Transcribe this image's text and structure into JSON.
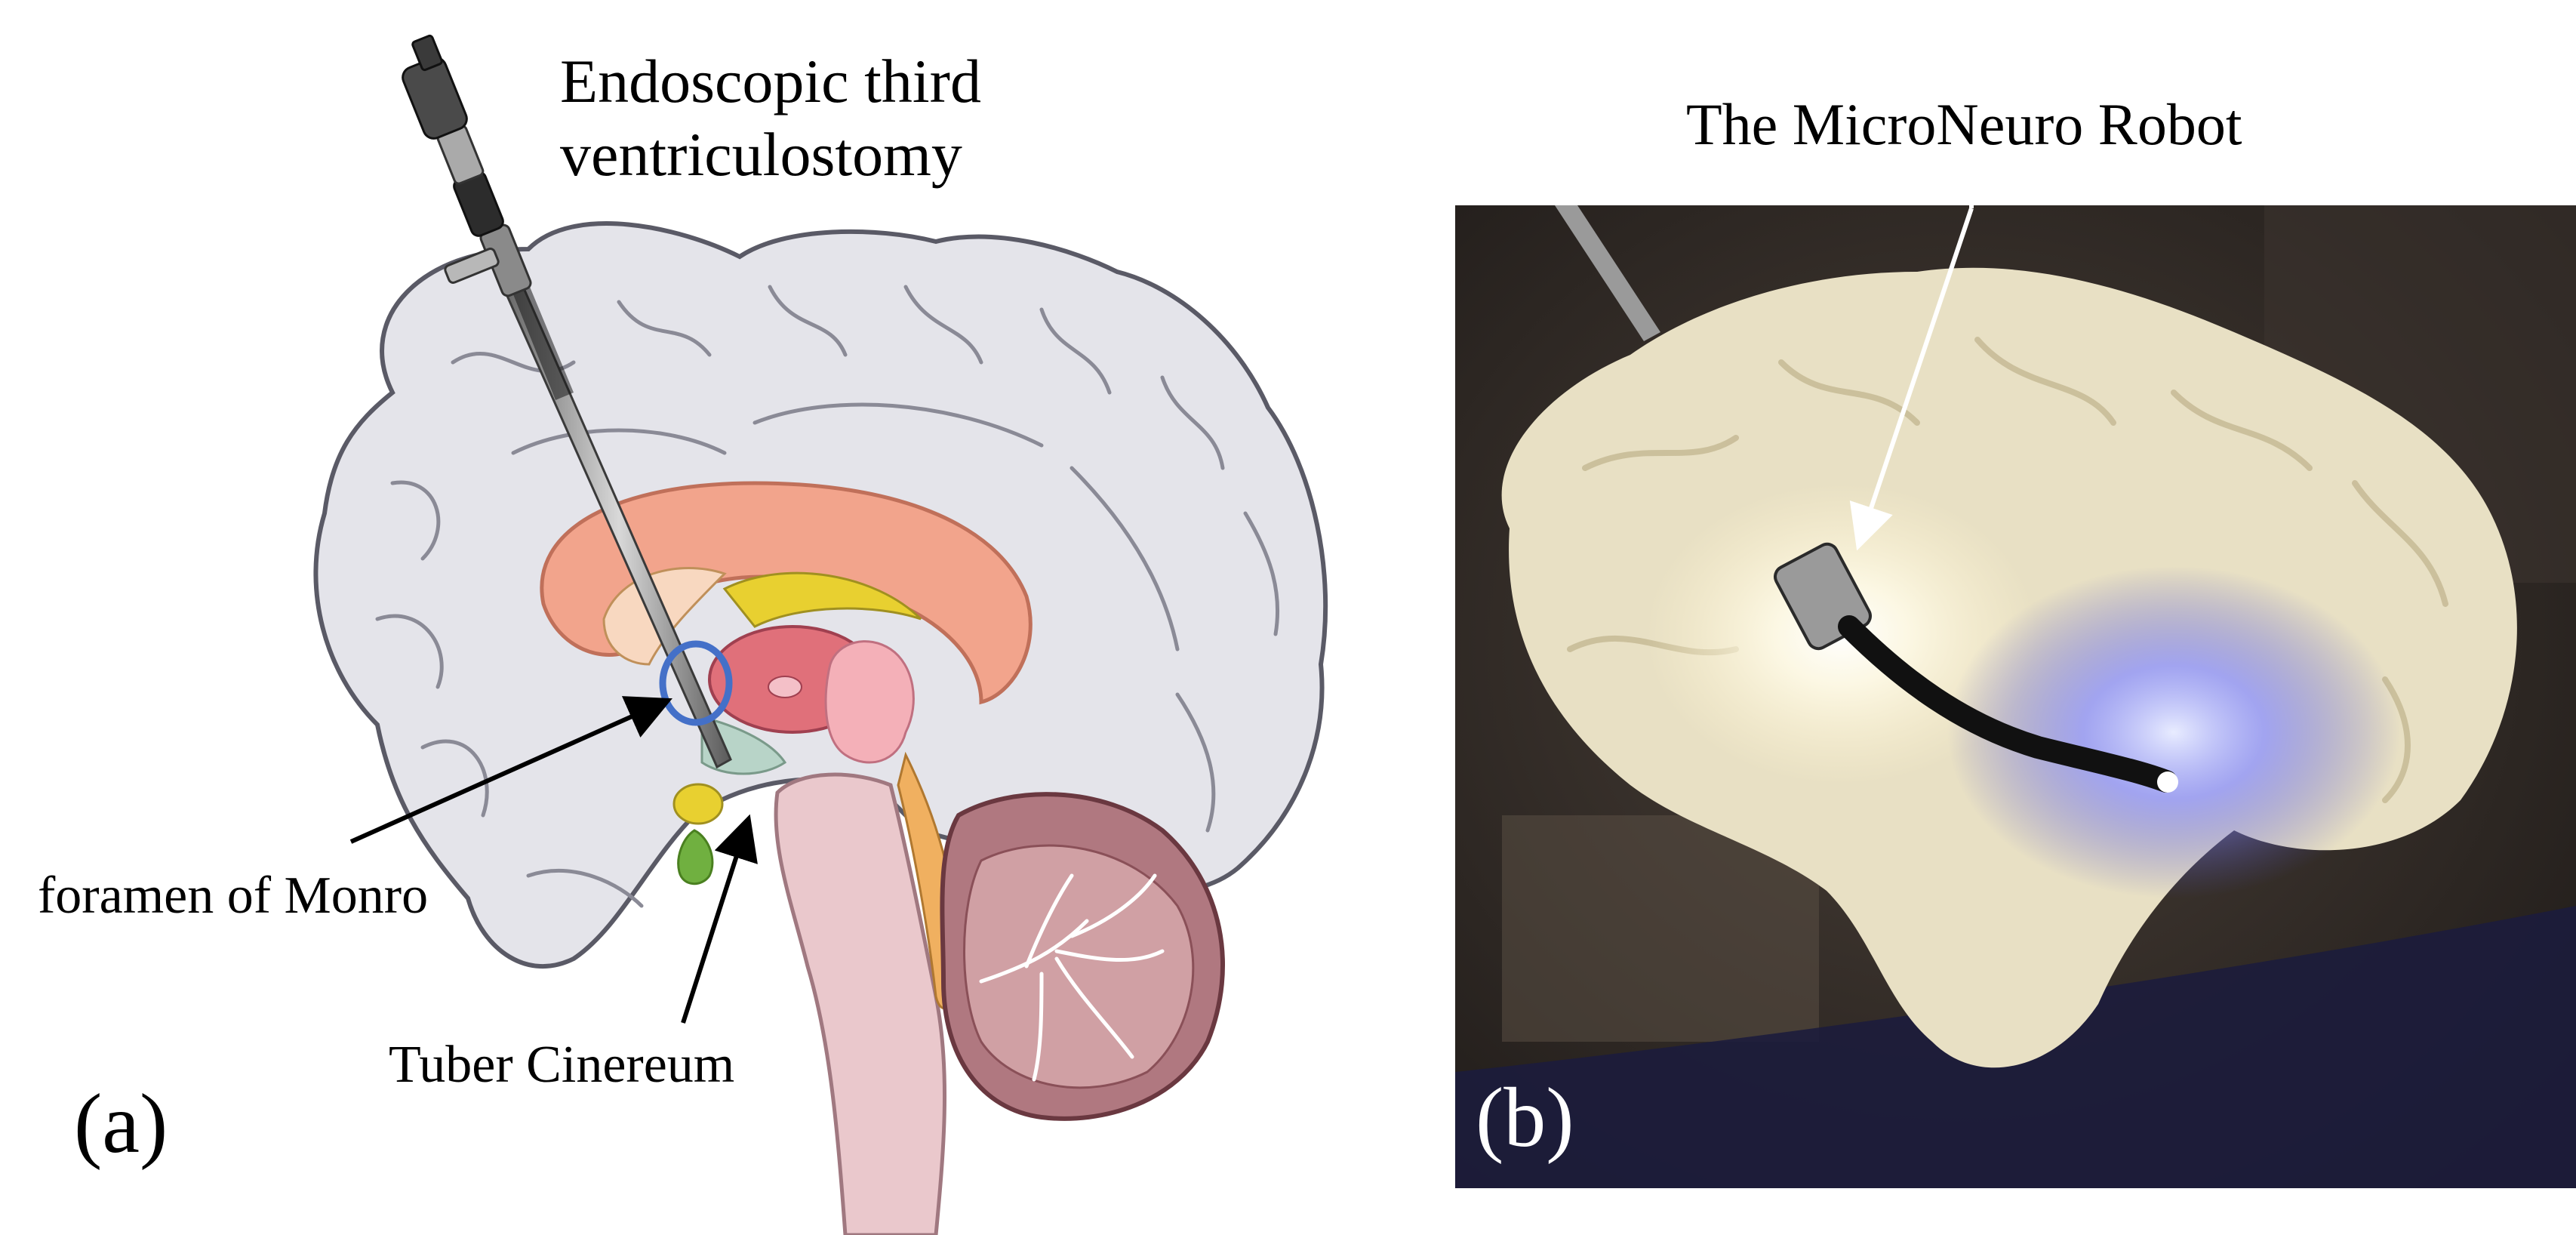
{
  "panel_a": {
    "title_line1": "Endoscopic third",
    "title_line2": "ventriculostomy",
    "label_foramen": "foramen of Monro",
    "label_tuber": "Tuber Cinereum",
    "panel_letter": "(a)"
  },
  "panel_b": {
    "title": "The MicroNeuro Robot",
    "panel_letter": "(b)"
  },
  "colors": {
    "brain_fill": "#e4e4ea",
    "brain_outline": "#5a5a66",
    "corpus_callosum": "#f2a48c",
    "thalamus": "#e0707a",
    "ventricle_yellow": "#e8d030",
    "hypothalamus_green": "#70b040",
    "brainstem": "#eac8cc",
    "cerebellum": "#b07880",
    "monro_circle": "#4470c8",
    "photo_background": "#2c2520",
    "phantom_brain": "#e8e0c4",
    "robot_glow": "#8a90ff"
  }
}
